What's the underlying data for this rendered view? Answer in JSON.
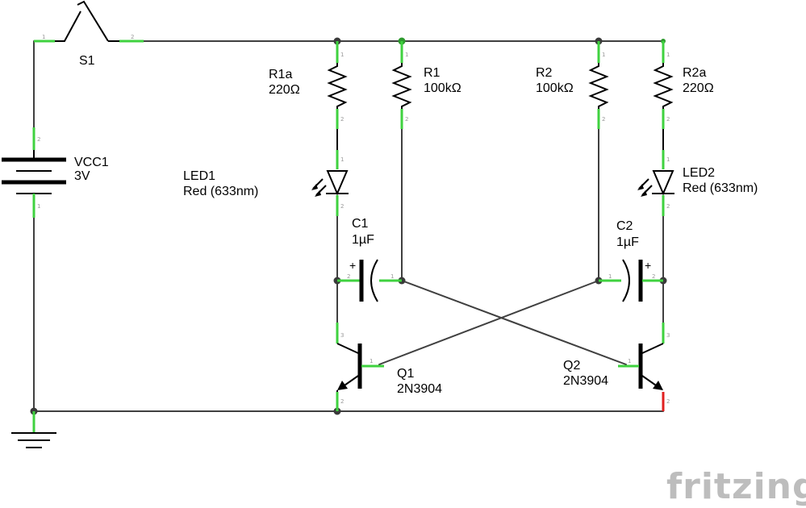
{
  "logo": "fritzing",
  "components": {
    "s1": {
      "ref": "S1"
    },
    "vcc1": {
      "ref": "VCC1",
      "value": "3V"
    },
    "r1a": {
      "ref": "R1a",
      "value": "220Ω"
    },
    "r1": {
      "ref": "R1",
      "value": "100kΩ"
    },
    "r2": {
      "ref": "R2",
      "value": "100kΩ"
    },
    "r2a": {
      "ref": "R2a",
      "value": "220Ω"
    },
    "led1": {
      "ref": "LED1",
      "value": "Red (633nm)"
    },
    "led2": {
      "ref": "LED2",
      "value": "Red (633nm)"
    },
    "c1": {
      "ref": "C1",
      "value": "1µF"
    },
    "c2": {
      "ref": "C2",
      "value": "1µF"
    },
    "q1": {
      "ref": "Q1",
      "value": "2N3904"
    },
    "q2": {
      "ref": "Q2",
      "value": "2N3904"
    }
  },
  "pins": {
    "p1": "1",
    "p2": "2",
    "p3": "3",
    "plus": "+"
  },
  "colors": {
    "wire": "#404040",
    "pin": "#3fd23f",
    "unconnected_pin": "#e02020",
    "logo": "#bdbdbd"
  }
}
